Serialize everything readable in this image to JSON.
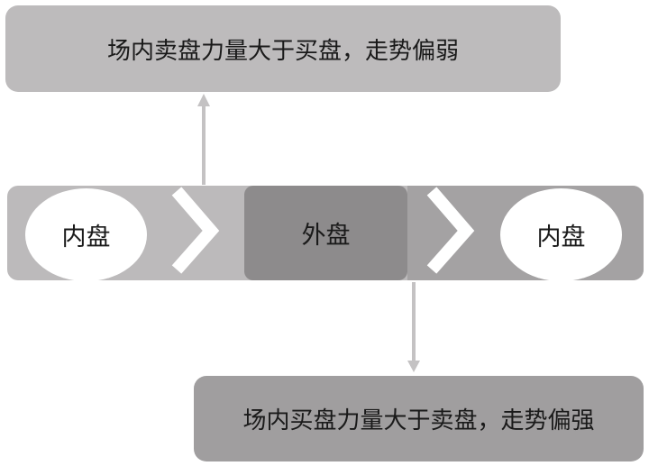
{
  "top_box": {
    "text": "场内卖盘力量大于买盘，走势偏弱"
  },
  "bottom_box": {
    "text": "场内买盘力量大于卖盘，走势偏强"
  },
  "band": {
    "left_label": "内盘",
    "middle_label": "外盘",
    "right_label": "内盘"
  },
  "colors": {
    "top_box": "#bdbbbc",
    "bottom_box": "#a09e9f",
    "band_light": "#bcbabb",
    "band_right": "#a4a2a3",
    "band_middle": "#8d8b8c",
    "arrow": "#c4c2c3",
    "chevron": "#ffffff"
  }
}
